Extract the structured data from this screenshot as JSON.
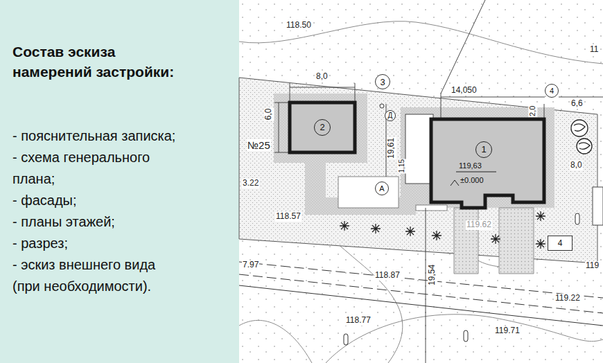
{
  "diagram": {
    "title": "Состав эскиза намерений застройки:",
    "nodes": [
      {
        "text": [
          "1",
          "119,63",
          "±0.000"
        ]
      },
      {
        "text": [
          "2"
        ]
      },
      {
        "text": [
          "3"
        ]
      },
      {
        "text": [
          "Д"
        ]
      },
      {
        "text": [
          "А"
        ]
      },
      {
        "text": [
          "4"
        ]
      },
      {
        "text": [
          "4"
        ]
      }
    ],
    "labels": [
      "- пояснительная записка;",
      "- схема генерального плана;",
      "- фасады;",
      "- планы этажей;",
      "- разрез;",
      "- эскиз внешнего вида (при необходимости).",
      "118.50",
      "11",
      "8,0",
      "6,0",
      "14,050",
      "6,6",
      "№25",
      "19,61",
      "1,15",
      "2,0",
      "8,0",
      "3.22",
      "118.57",
      "119.62",
      "7.97",
      "118.87",
      "19,54",
      "119.22",
      "118.77",
      "119.71",
      "119"
    ]
  }
}
